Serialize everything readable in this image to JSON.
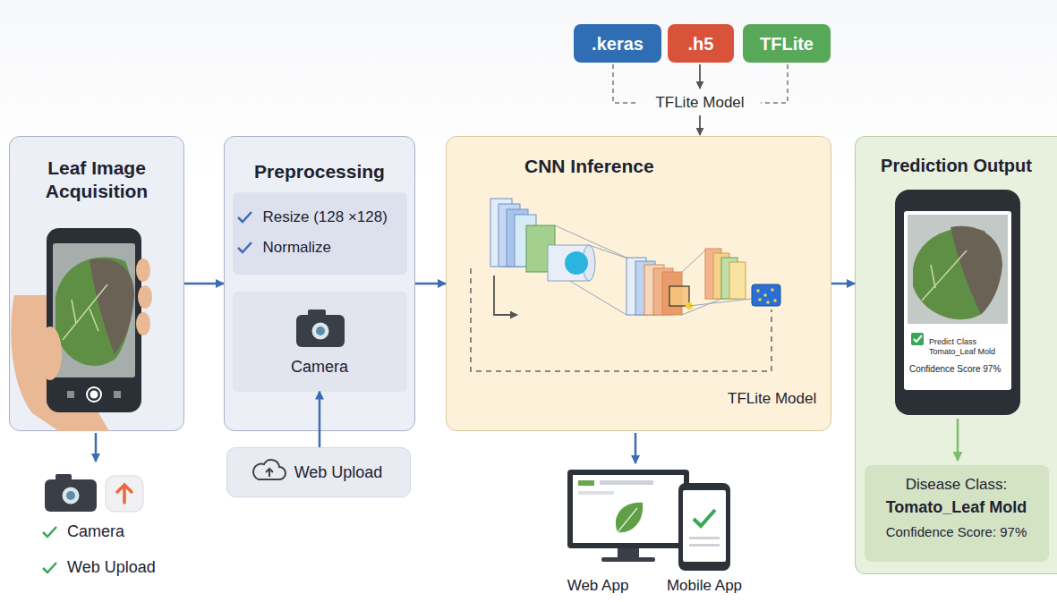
{
  "diagram": {
    "nodes": [
      {
        "text": [
          "Leaf Image Acquisition"
        ]
      },
      {
        "text": [
          "Preprocessing"
        ]
      },
      {
        "text": [
          "Resize (128 ×128)",
          "Normalize"
        ],
        "in": 1
      },
      {
        "text": [
          "Camera"
        ],
        "in": 1
      },
      {
        "text": [
          "Web Upload"
        ]
      },
      {
        "text": [
          ".keras"
        ]
      },
      {
        "text": [
          ".h5"
        ]
      },
      {
        "text": [
          "TFLite"
        ]
      },
      {
        "text": [
          "CNN Inference",
          "TFLite Model"
        ]
      },
      {
        "text": [
          "Prediction Output"
        ]
      },
      {
        "text": [
          "Disease Class:",
          "Tomato_Leaf Mold",
          "Confidence Score: 97%"
        ],
        "in": 9
      }
    ],
    "edges": [
      {
        "from": 0,
        "to": 1,
        "arrow": "to"
      },
      {
        "from": 1,
        "to": 8,
        "arrow": "to"
      },
      {
        "from": 8,
        "to": 9,
        "arrow": "to"
      },
      {
        "from": 4,
        "to": 3,
        "arrow": "to"
      }
    ],
    "labels": [
      "TFLite Model",
      "Camera",
      "Web Upload",
      "Predict Class",
      "Tomato_Leaf Mold",
      "Confidence Score 97%",
      "Web App",
      "Mobile App"
    ]
  }
}
